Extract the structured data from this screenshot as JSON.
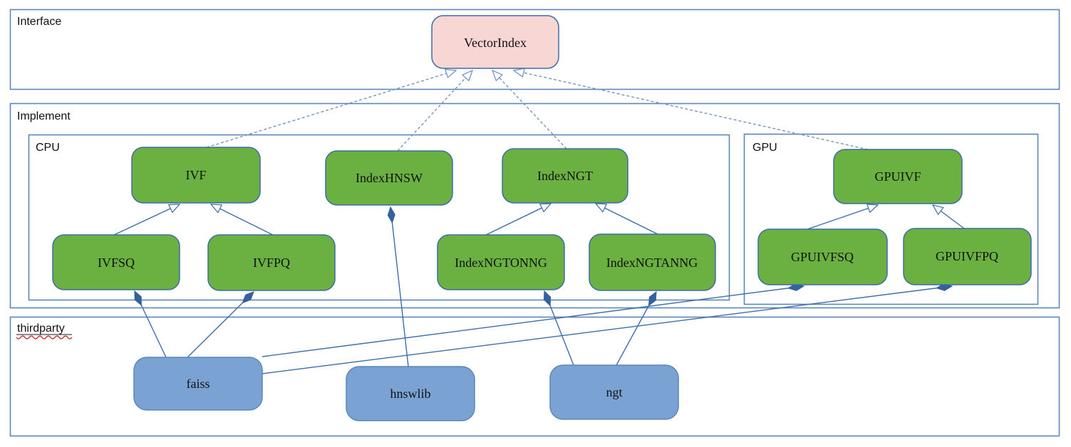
{
  "containers": {
    "interface": {
      "label": "Interface"
    },
    "implement": {
      "label": "Implement"
    },
    "cpu": {
      "label": "CPU"
    },
    "gpu": {
      "label": "GPU"
    },
    "thirdparty": {
      "label": "thirdparty"
    }
  },
  "nodes": {
    "vectorindex": {
      "label": "VectorIndex",
      "kind": "interface"
    },
    "ivf": {
      "label": "IVF",
      "kind": "class"
    },
    "indexhnsw": {
      "label": "IndexHNSW",
      "kind": "class"
    },
    "indexngt": {
      "label": "IndexNGT",
      "kind": "class"
    },
    "ivfsq": {
      "label": "IVFSQ",
      "kind": "class"
    },
    "ivfpq": {
      "label": "IVFPQ",
      "kind": "class"
    },
    "indexngtonng": {
      "label": "IndexNGTONNG",
      "kind": "class"
    },
    "indexngtanng": {
      "label": "IndexNGTANNG",
      "kind": "class"
    },
    "gpuivf": {
      "label": "GPUIVF",
      "kind": "class"
    },
    "gpuivfsq": {
      "label": "GPUIVFSQ",
      "kind": "class"
    },
    "gpuivfpq": {
      "label": "GPUIVFPQ",
      "kind": "class"
    },
    "faiss": {
      "label": "faiss",
      "kind": "thirdparty-lib"
    },
    "hnswlib": {
      "label": "hnswlib",
      "kind": "thirdparty-lib"
    },
    "ngt": {
      "label": "ngt",
      "kind": "thirdparty-lib"
    }
  },
  "edges": [
    {
      "from": "IVF",
      "to": "VectorIndex",
      "type": "realization"
    },
    {
      "from": "IndexHNSW",
      "to": "VectorIndex",
      "type": "realization"
    },
    {
      "from": "IndexNGT",
      "to": "VectorIndex",
      "type": "realization"
    },
    {
      "from": "GPUIVF",
      "to": "VectorIndex",
      "type": "realization"
    },
    {
      "from": "IVFSQ",
      "to": "IVF",
      "type": "generalization"
    },
    {
      "from": "IVFPQ",
      "to": "IVF",
      "type": "generalization"
    },
    {
      "from": "IndexNGTONNG",
      "to": "IndexNGT",
      "type": "generalization"
    },
    {
      "from": "IndexNGTANNG",
      "to": "IndexNGT",
      "type": "generalization"
    },
    {
      "from": "GPUIVFSQ",
      "to": "GPUIVF",
      "type": "generalization"
    },
    {
      "from": "GPUIVFPQ",
      "to": "GPUIVF",
      "type": "generalization"
    },
    {
      "from": "faiss",
      "to": "IVFSQ",
      "type": "composition"
    },
    {
      "from": "faiss",
      "to": "IVFPQ",
      "type": "composition"
    },
    {
      "from": "faiss",
      "to": "GPUIVFSQ",
      "type": "composition"
    },
    {
      "from": "faiss",
      "to": "GPUIVFPQ",
      "type": "composition"
    },
    {
      "from": "hnswlib",
      "to": "IndexHNSW",
      "type": "composition"
    },
    {
      "from": "ngt",
      "to": "IndexNGTONNG",
      "type": "composition"
    },
    {
      "from": "ngt",
      "to": "IndexNGTANNG",
      "type": "composition"
    }
  ],
  "colors": {
    "class_fill": "#6ab141",
    "interface_fill": "#f8d6d4",
    "thirdparty_fill": "#7aa3d4",
    "node_border": "#3e6ca8",
    "container_border": "#5b87b8",
    "edge_solid": "#3e6ca8",
    "edge_dashed": "#6c8cc0",
    "diamond_fill": "#35619f",
    "spellcheck_underline": "#cc2020"
  }
}
